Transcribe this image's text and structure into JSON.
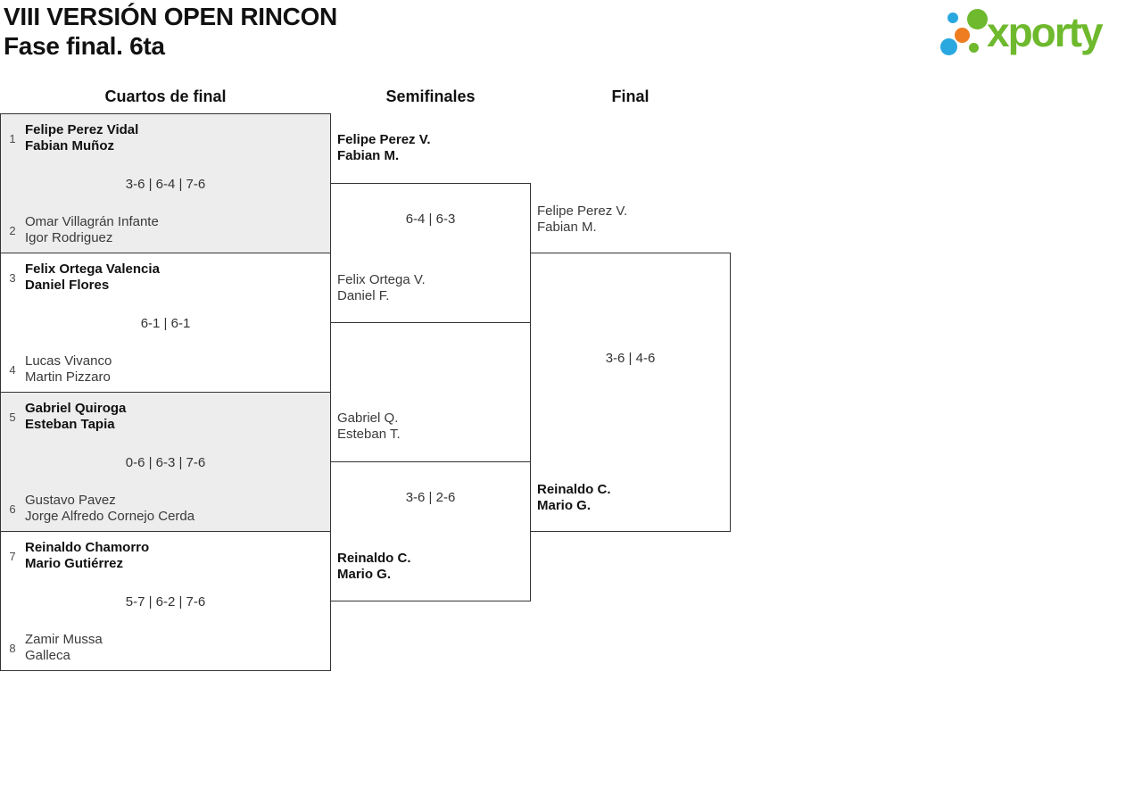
{
  "header": {
    "title": "VIII VERSIÓN OPEN RINCON",
    "subtitle": "Fase final. 6ta"
  },
  "logo": {
    "text": "xporty",
    "colors": {
      "green": "#6eb92d",
      "blue": "#29a8e0",
      "orange": "#ee7d21"
    }
  },
  "columns": {
    "quarterfinals": "Cuartos de final",
    "semifinals": "Semifinales",
    "final": "Final"
  },
  "bracket": {
    "quarterfinals": [
      {
        "seed_top": "1",
        "top1": "Felipe Perez Vidal",
        "top2": "Fabian Muñoz",
        "score": "3-6 | 6-4 | 7-6",
        "seed_bottom": "2",
        "bottom1": "Omar Villagrán Infante",
        "bottom2": "Igor Rodriguez",
        "winner": "top"
      },
      {
        "seed_top": "3",
        "top1": "Felix Ortega Valencia",
        "top2": "Daniel Flores",
        "score": "6-1 | 6-1",
        "seed_bottom": "4",
        "bottom1": "Lucas Vivanco",
        "bottom2": "Martin Pizzaro",
        "winner": "top"
      },
      {
        "seed_top": "5",
        "top1": "Gabriel Quiroga",
        "top2": "Esteban Tapia",
        "score": "0-6 | 6-3 | 7-6",
        "seed_bottom": "6",
        "bottom1": "Gustavo Pavez",
        "bottom2": "Jorge Alfredo Cornejo Cerda",
        "winner": "top"
      },
      {
        "seed_top": "7",
        "top1": "Reinaldo Chamorro",
        "top2": "Mario Gutiérrez",
        "score": "5-7 | 6-2 | 7-6",
        "seed_bottom": "8",
        "bottom1": "Zamir Mussa",
        "bottom2": "Galleca",
        "winner": "top"
      }
    ],
    "semifinals": [
      {
        "top1": "Felipe Perez V.",
        "top2": "Fabian M.",
        "score": "6-4 | 6-3",
        "bottom1": "Felix Ortega V.",
        "bottom2": "Daniel F.",
        "winner": "top"
      },
      {
        "top1": "Gabriel Q.",
        "top2": "Esteban T.",
        "score": "3-6 | 2-6",
        "bottom1": "Reinaldo C.",
        "bottom2": "Mario G.",
        "winner": "bottom"
      }
    ],
    "final": {
      "top1": "Felipe Perez V.",
      "top2": "Fabian M.",
      "score": "3-6 | 4-6",
      "bottom1": "Reinaldo C.",
      "bottom2": "Mario G.",
      "winner": "bottom"
    }
  }
}
